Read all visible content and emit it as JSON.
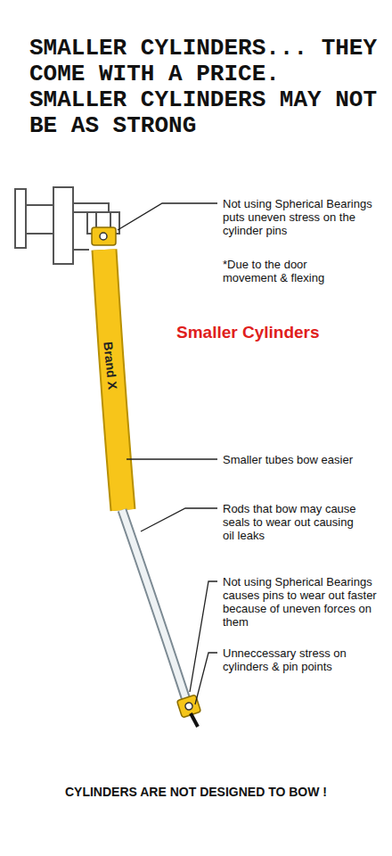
{
  "diagram": {
    "title": "SMALLER CYLINDERS... THEY COME WITH A PRICE. SMALLER CYLINDERS MAY NOT BE AS STRONG",
    "caption": "CYLINDERS ARE NOT DESIGNED TO BOW !",
    "labels": [
      "Not using Spherical Bearings puts uneven stress on the cylinder pins",
      "*Due to the door movement & flexing",
      "Smaller Cylinders",
      "Brand X",
      "Smaller tubes bow easier",
      "Rods that bow may cause seals to wear out causing oil leaks",
      "Not using Spherical Bearings causes pins to wear out faster because of uneven forces on them",
      "Unneccessary stress on cylinders & pin points"
    ]
  }
}
